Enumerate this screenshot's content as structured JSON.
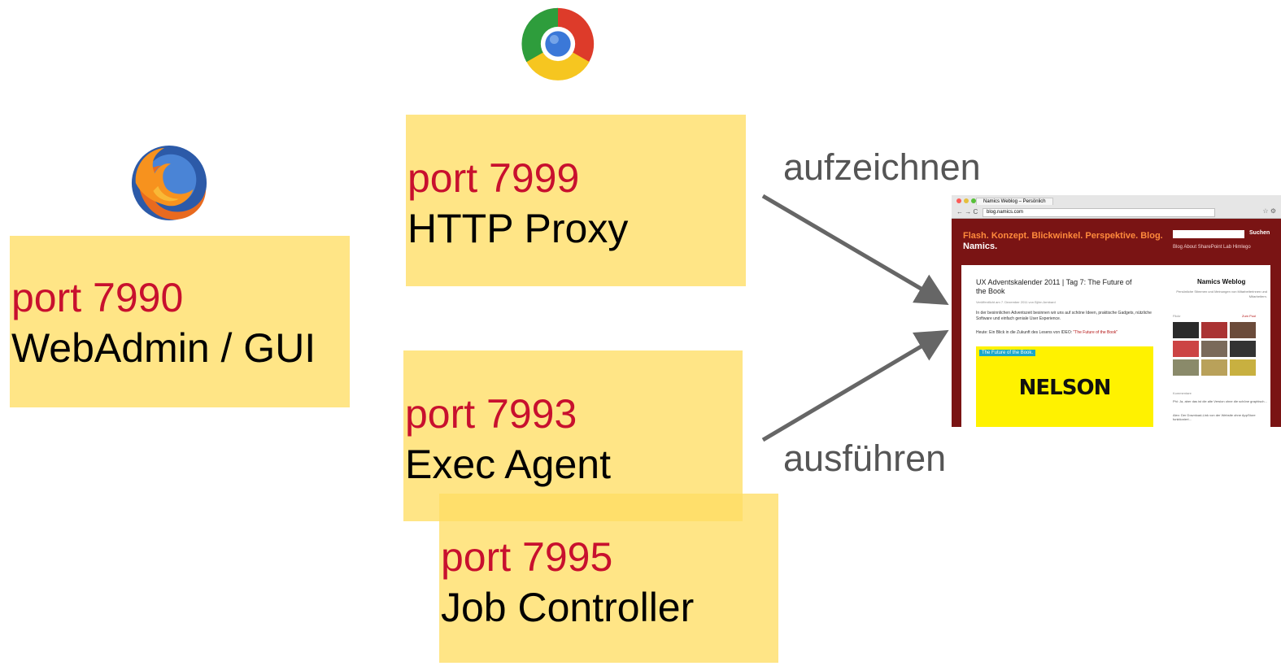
{
  "boxes": {
    "webadmin": {
      "port": "port 7990",
      "label": "WebAdmin / GUI"
    },
    "proxy": {
      "port": "port 7999",
      "label": "HTTP Proxy"
    },
    "exec": {
      "port": "port 7993",
      "label": "Exec Agent"
    },
    "job": {
      "port": "port 7995",
      "label": "Job Controller"
    }
  },
  "actions": {
    "record": "aufzeichnen",
    "execute": "ausführen"
  },
  "icons": {
    "firefox": "firefox-icon",
    "chrome": "chrome-icon"
  },
  "colors": {
    "port_text": "#c8102e",
    "box_fill": "#ffde64",
    "arrow": "#666666"
  },
  "website": {
    "tab_title": "Namics Weblog – Persönlich",
    "url": "blog.namics.com",
    "tagline": "Flash. Konzept. Blickwinkel. Perspektive. Blog.",
    "brand": "Namics.",
    "search_button": "Suchen",
    "menu": "Blog  About  SharePoint  Lab  Himlego",
    "post_title": "UX Adventskalender 2011 | Tag 7: The Future of the Book",
    "meta": "Veröffentlicht am 7. Dezember 2011 von Björn Armbard",
    "paragraph": "In der besinnlichen Adventszeit besinnen wir uns auf schöne Ideen, praktische Gadgets, nützliche Software und einfach geniale User Experience.",
    "paragraph2_prefix": "Heute: Ein Blick in die Zukunft des Lesens von IDEO: ",
    "paragraph2_link": "\"The Future of the Book\"",
    "book_tag": "The Future of the Book.",
    "book_title": "NELSON",
    "sidebar_title": "Namics Weblog",
    "sidebar_sub": "Persönliche Stimmen und Meinungen von Mitarbeiterinnen und Mitarbeitern.",
    "flickr_label": "Flickr",
    "flickr_link": "Zum Pool",
    "comments_label": "Kommentare",
    "comment1": "Phi: Ja, aber das ist die alte Version ohne die schöne graphisch...",
    "comment2": "Alex: Der Download-Link von der Website ohne AppStore funktioniert..."
  }
}
